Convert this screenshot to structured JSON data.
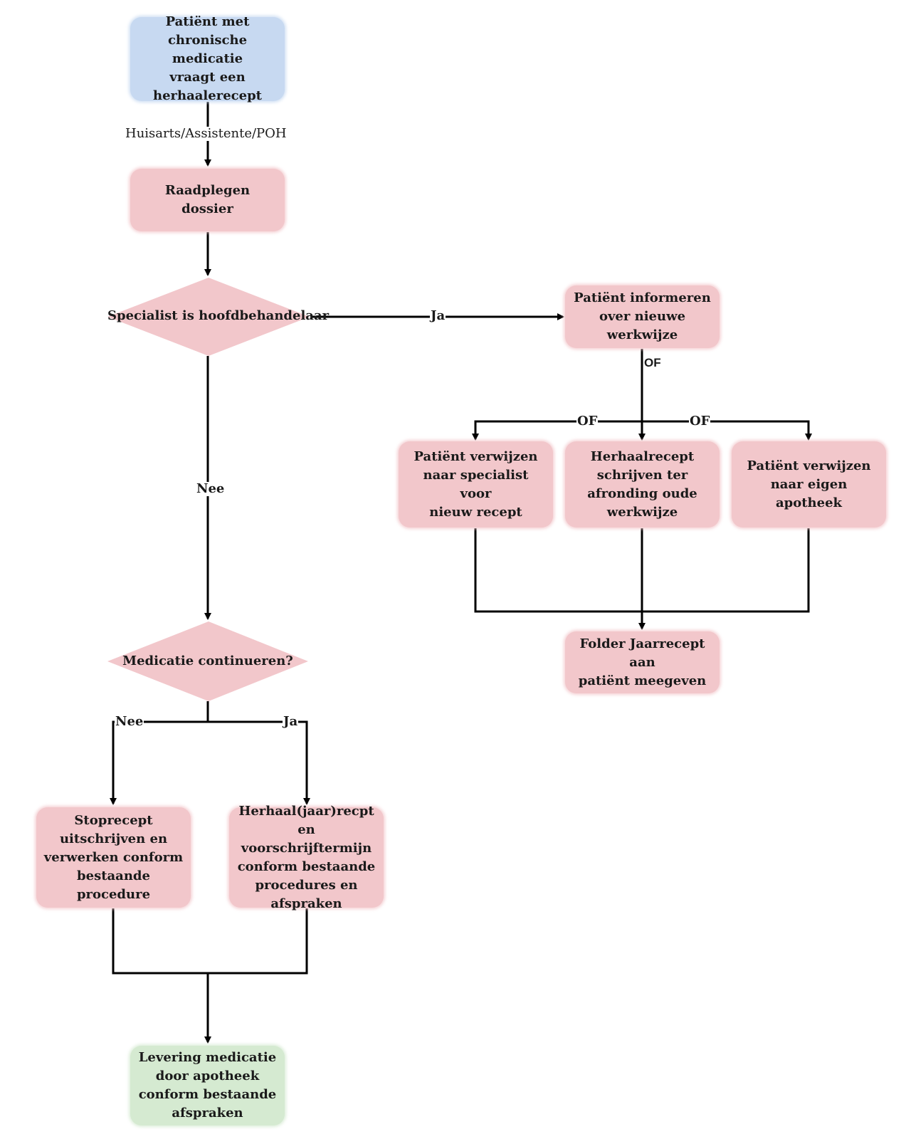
{
  "nodes": {
    "start": "Patiënt met\nchronische medicatie\nvraagt een\nherhaalerecept",
    "raadplegen": "Raadplegen dossier",
    "specialist_decision": "Specialist is hoofdbehandelaar",
    "informeren": "Patiënt informeren\nover nieuwe\nwerkwijze",
    "verwijzen_specialist": "Patiënt verwijzen\nnaar specialist voor\nnieuw recept",
    "herhaalrecept_oude": "Herhaalrecept\nschrijven ter\nafronding oude\nwerkwijze",
    "verwijzen_apotheek": "Patiënt verwijzen\nnaar eigen apotheek",
    "folder": "Folder Jaarrecept aan\npatiënt meegeven",
    "medicatie_decision": "Medicatie continueren?",
    "stoprecept": "Stoprecept\nuitschrijven en\nverwerken conform\nbestaande procedure",
    "herhaal_jaar": "Herhaal(jaar)recpt en\nvoorschrijftermijn\nconform bestaande\nprocedures en\nafspraken",
    "levering": "Levering medicatie\ndoor apotheek\nconform bestaande\nafspraken"
  },
  "edge_labels": {
    "role": "Huisarts/Assistente/POH",
    "ja_right": "Ja",
    "nee_down": "Nee",
    "of_top": "OF",
    "of_left": "OF",
    "of_right": "OF",
    "nee_left": "Nee",
    "ja_bottom": "Ja"
  },
  "colors": {
    "start": "#c7d9f1",
    "process": "#f2c7cb",
    "decision": "#f2c7cb",
    "end": "#d5ead1",
    "line": "#000000"
  }
}
